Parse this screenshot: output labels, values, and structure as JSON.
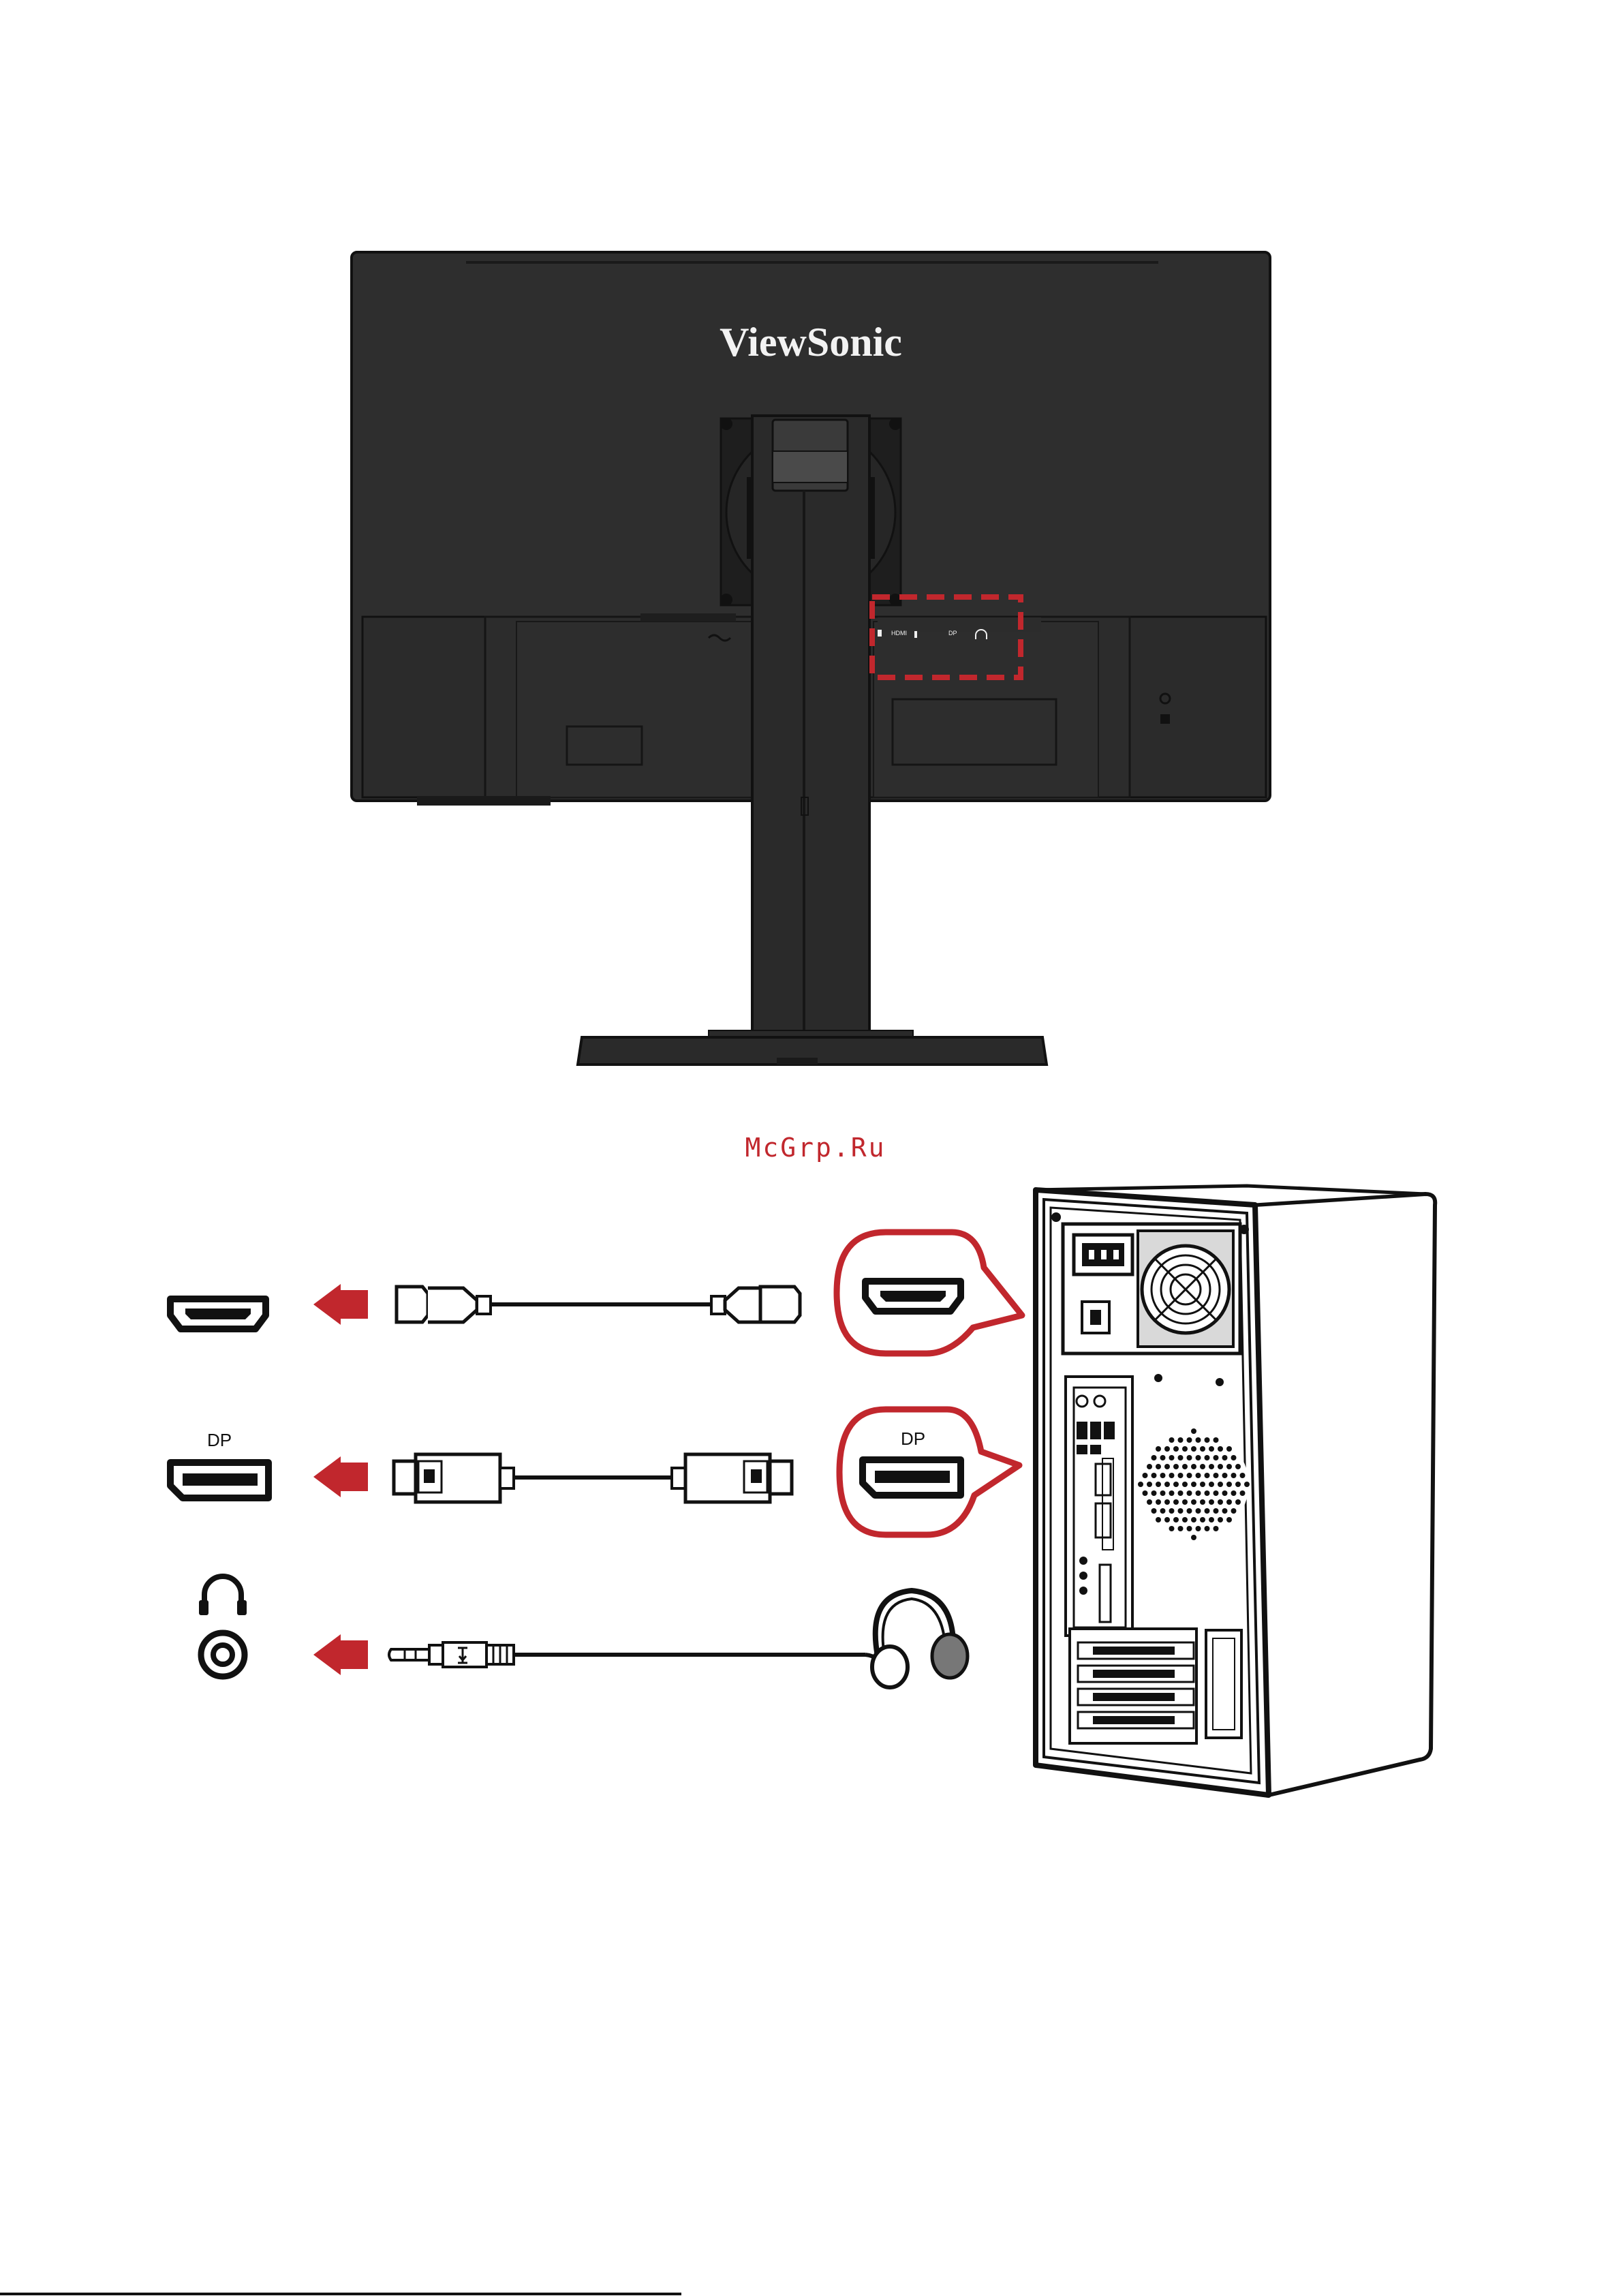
{
  "monitor": {
    "brand": "ViewSonic",
    "port_labels": [
      "HDMI",
      "DP"
    ]
  },
  "watermark": "McGrp.Ru",
  "connections": [
    {
      "name": "hdmi",
      "port_label": "",
      "cable": "hdmi-cable"
    },
    {
      "name": "displayport",
      "port_label": "DP",
      "cable": "displayport-cable"
    },
    {
      "name": "audio",
      "port_label": "",
      "cable": "3.5mm-audio-cable"
    }
  ],
  "callouts": [
    {
      "name": "hdmi",
      "label": ""
    },
    {
      "name": "displayport",
      "label": "DP"
    }
  ],
  "colors": {
    "accent_red": "#c1272d",
    "monitor_body": "#2e2e2e",
    "line": "#111111"
  },
  "icons": [
    "hdmi-port-icon",
    "displayport-icon",
    "headphone-icon",
    "audio-jack-icon",
    "arrow-left-icon",
    "pc-tower-icon"
  ]
}
